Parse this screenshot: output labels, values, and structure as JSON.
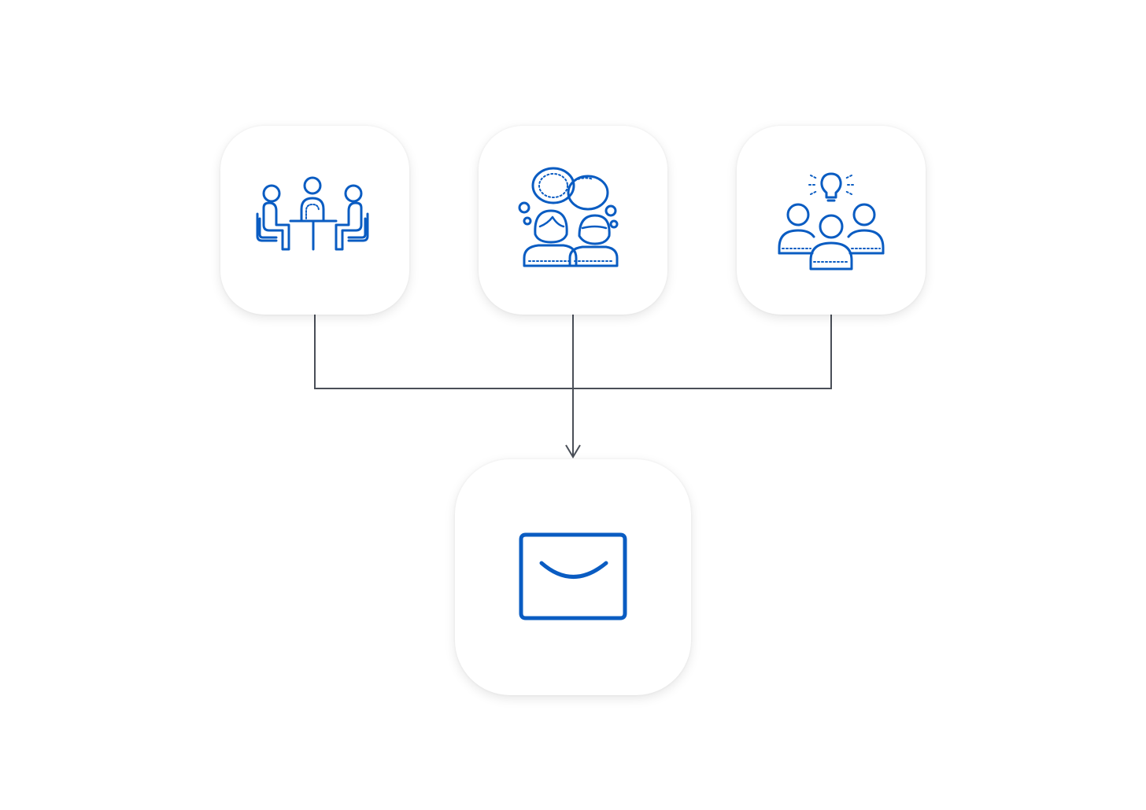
{
  "colors": {
    "icon_blue": "#0a5cc2",
    "connector": "#4a4f58",
    "card_bg": "#ffffff"
  },
  "nodes": [
    {
      "id": "meeting",
      "icon": "meeting-table-icon"
    },
    {
      "id": "discussion",
      "icon": "discussion-bubbles-icon"
    },
    {
      "id": "ideas",
      "icon": "team-idea-lightbulb-icon"
    }
  ],
  "target": {
    "id": "message",
    "icon": "envelope-icon"
  },
  "edges": [
    {
      "from": "meeting",
      "to": "message"
    },
    {
      "from": "discussion",
      "to": "message"
    },
    {
      "from": "ideas",
      "to": "message"
    }
  ]
}
